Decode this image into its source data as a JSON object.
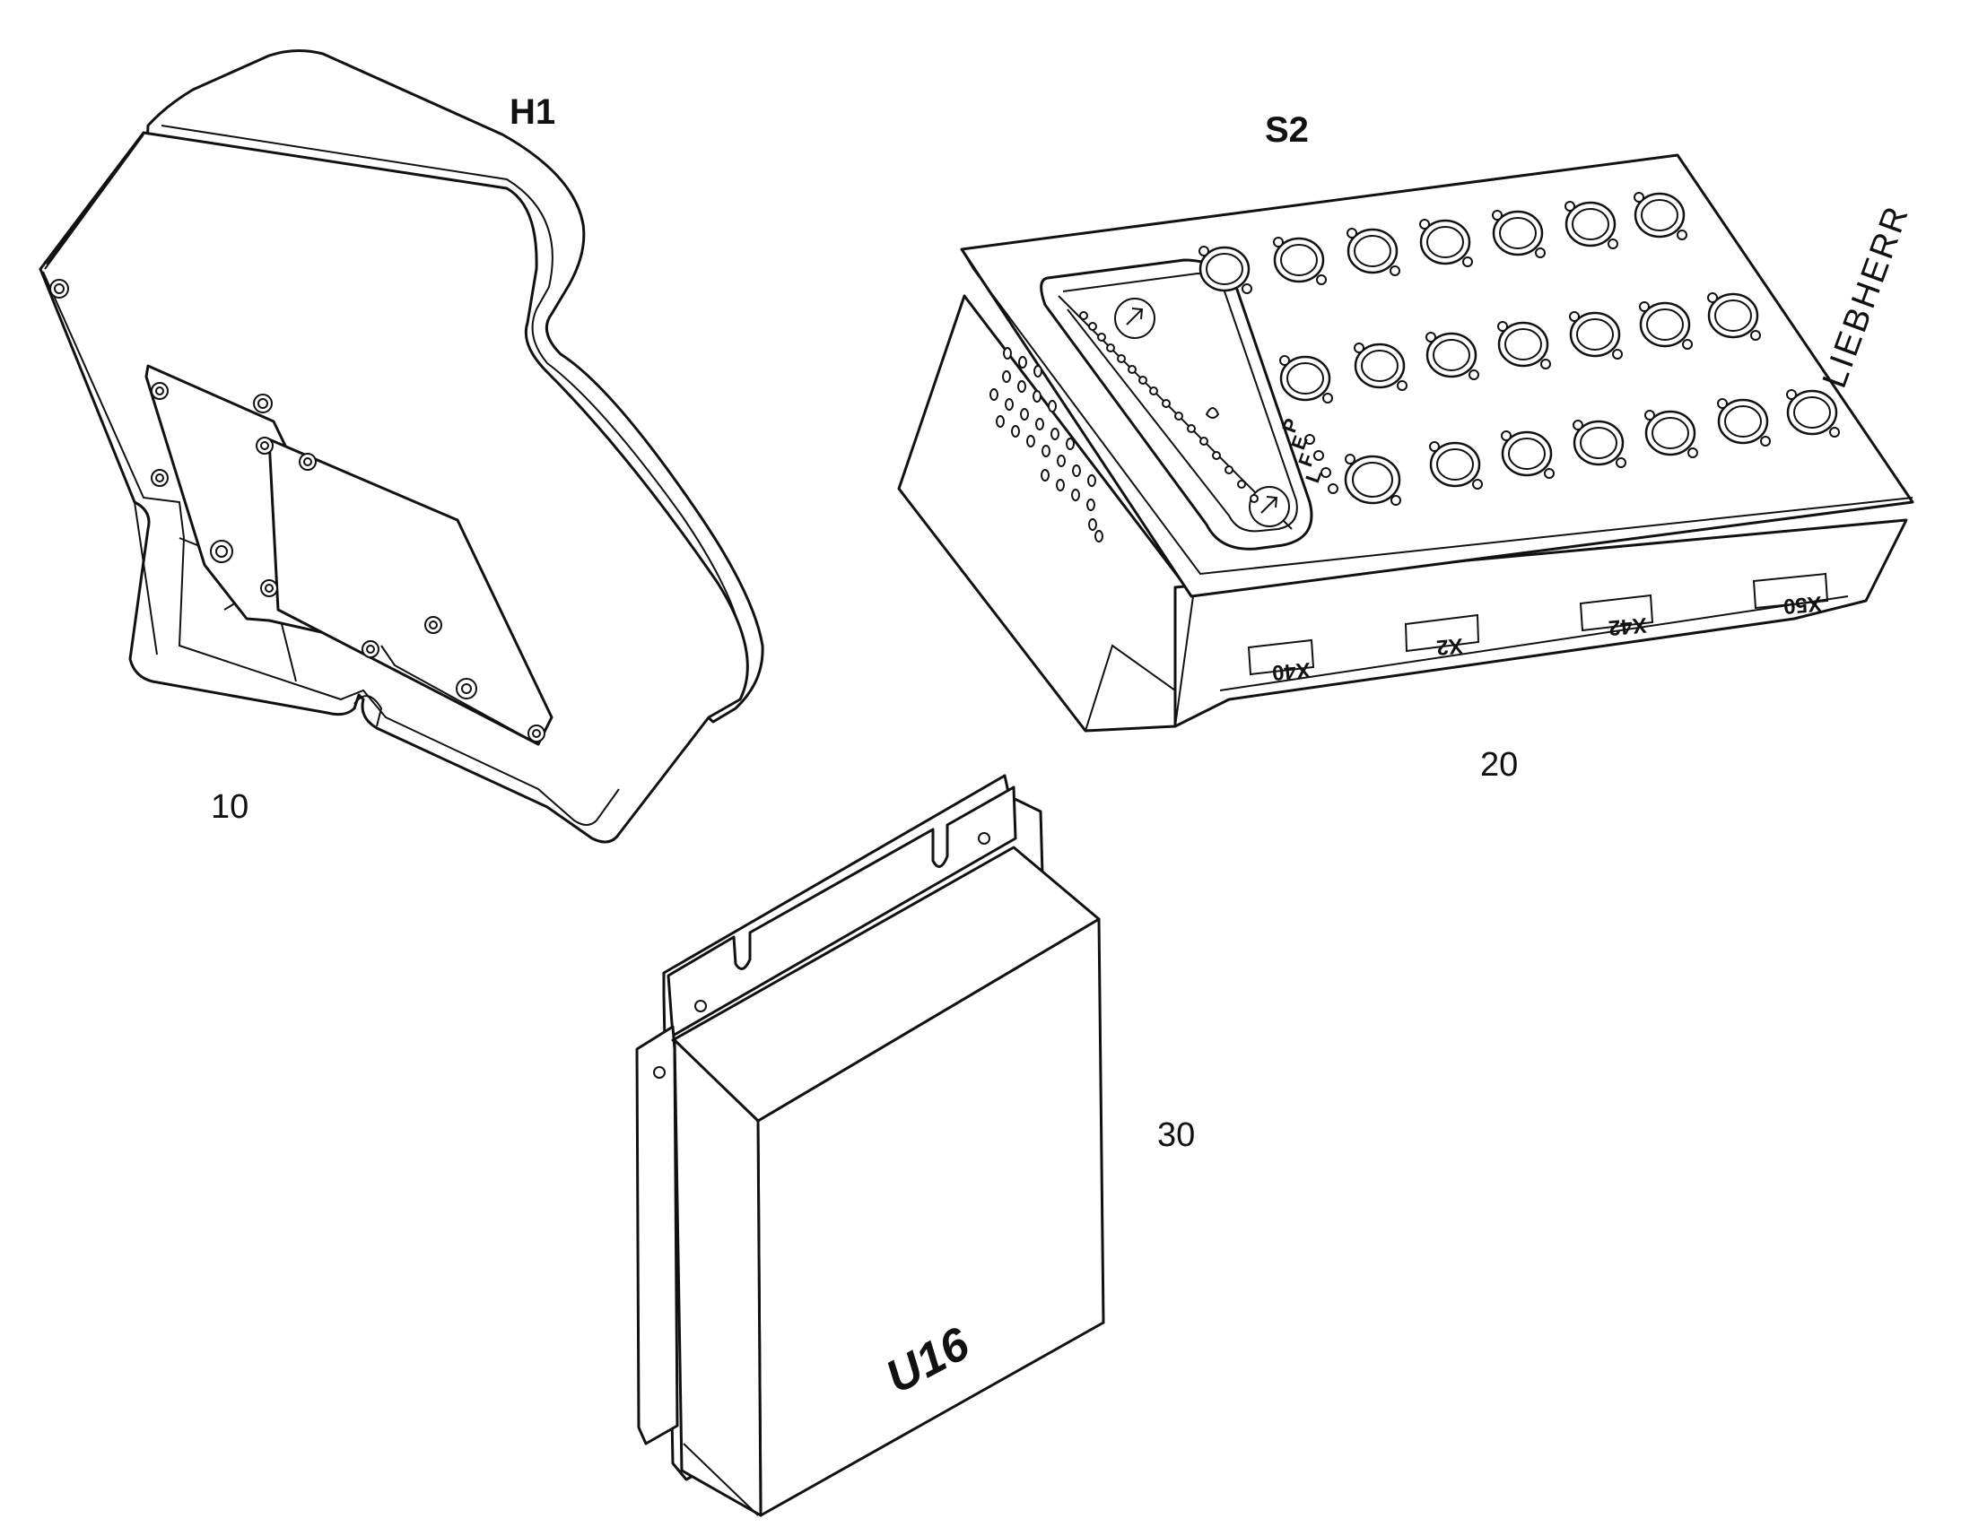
{
  "parts": [
    {
      "id": "display",
      "designator": "H1",
      "number": "10"
    },
    {
      "id": "keypad",
      "designator": "S2",
      "number": "20",
      "brand": "LIEBHERR",
      "connectors": [
        "X40",
        "X2",
        "X42",
        "X50"
      ],
      "indicator_letters": [
        "P",
        "E",
        "F",
        "L"
      ]
    },
    {
      "id": "control-unit",
      "designator": "U16",
      "number": "30"
    }
  ]
}
